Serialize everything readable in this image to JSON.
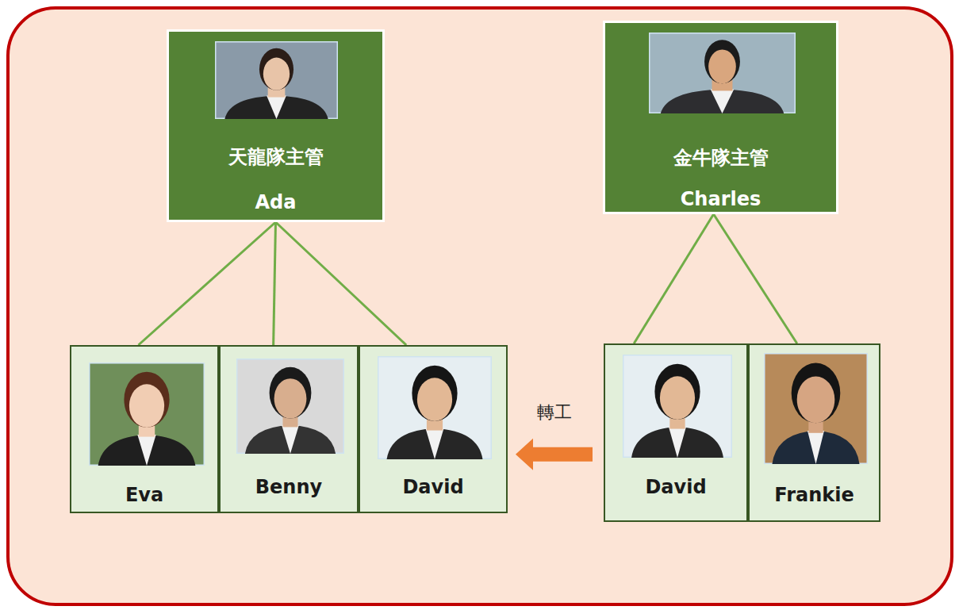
{
  "diagram": {
    "nodes": [
      {
        "text": [
          "天龍隊主管",
          "Ada"
        ]
      },
      {
        "text": [
          "金牛隊主管",
          "Charles"
        ]
      },
      {
        "text": [
          "Eva"
        ]
      },
      {
        "text": [
          "Benny"
        ]
      },
      {
        "text": [
          "David"
        ]
      },
      {
        "text": [
          "David"
        ]
      },
      {
        "text": [
          "Frankie"
        ]
      }
    ],
    "edges": [
      {
        "from": 0,
        "to": 2,
        "arrow": "none"
      },
      {
        "from": 0,
        "to": 3,
        "arrow": "none"
      },
      {
        "from": 0,
        "to": 4,
        "arrow": "none"
      },
      {
        "from": 1,
        "to": 5,
        "arrow": "none"
      },
      {
        "from": 1,
        "to": 6,
        "arrow": "none"
      },
      {
        "from": 5,
        "to": 4,
        "label": "轉工",
        "arrow": "to"
      }
    ]
  }
}
